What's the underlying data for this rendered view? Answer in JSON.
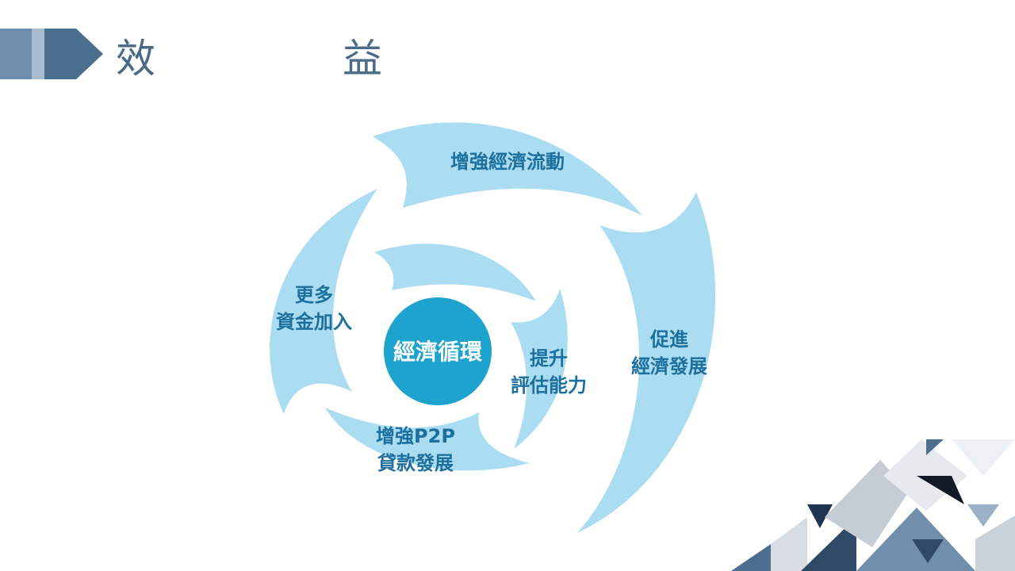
{
  "title": {
    "left": "效",
    "right": "益"
  },
  "diagram": {
    "center": "經濟循環",
    "items": [
      {
        "label": "增強經濟流動"
      },
      {
        "line1": "促進",
        "line2": "經濟發展"
      },
      {
        "line1": "提升",
        "line2": "評估能力"
      },
      {
        "line1": "增強P2P",
        "line2": "貸款發展"
      },
      {
        "line1": "更多",
        "line2": "資金加入"
      }
    ]
  },
  "colors": {
    "swirl": "#aadcf2",
    "center": "#1ea3cf",
    "label": "#1d6f9e",
    "title": "#4a6a87",
    "bar_dark": "#4c6f8f",
    "bar_light": "#9bb1c7"
  }
}
